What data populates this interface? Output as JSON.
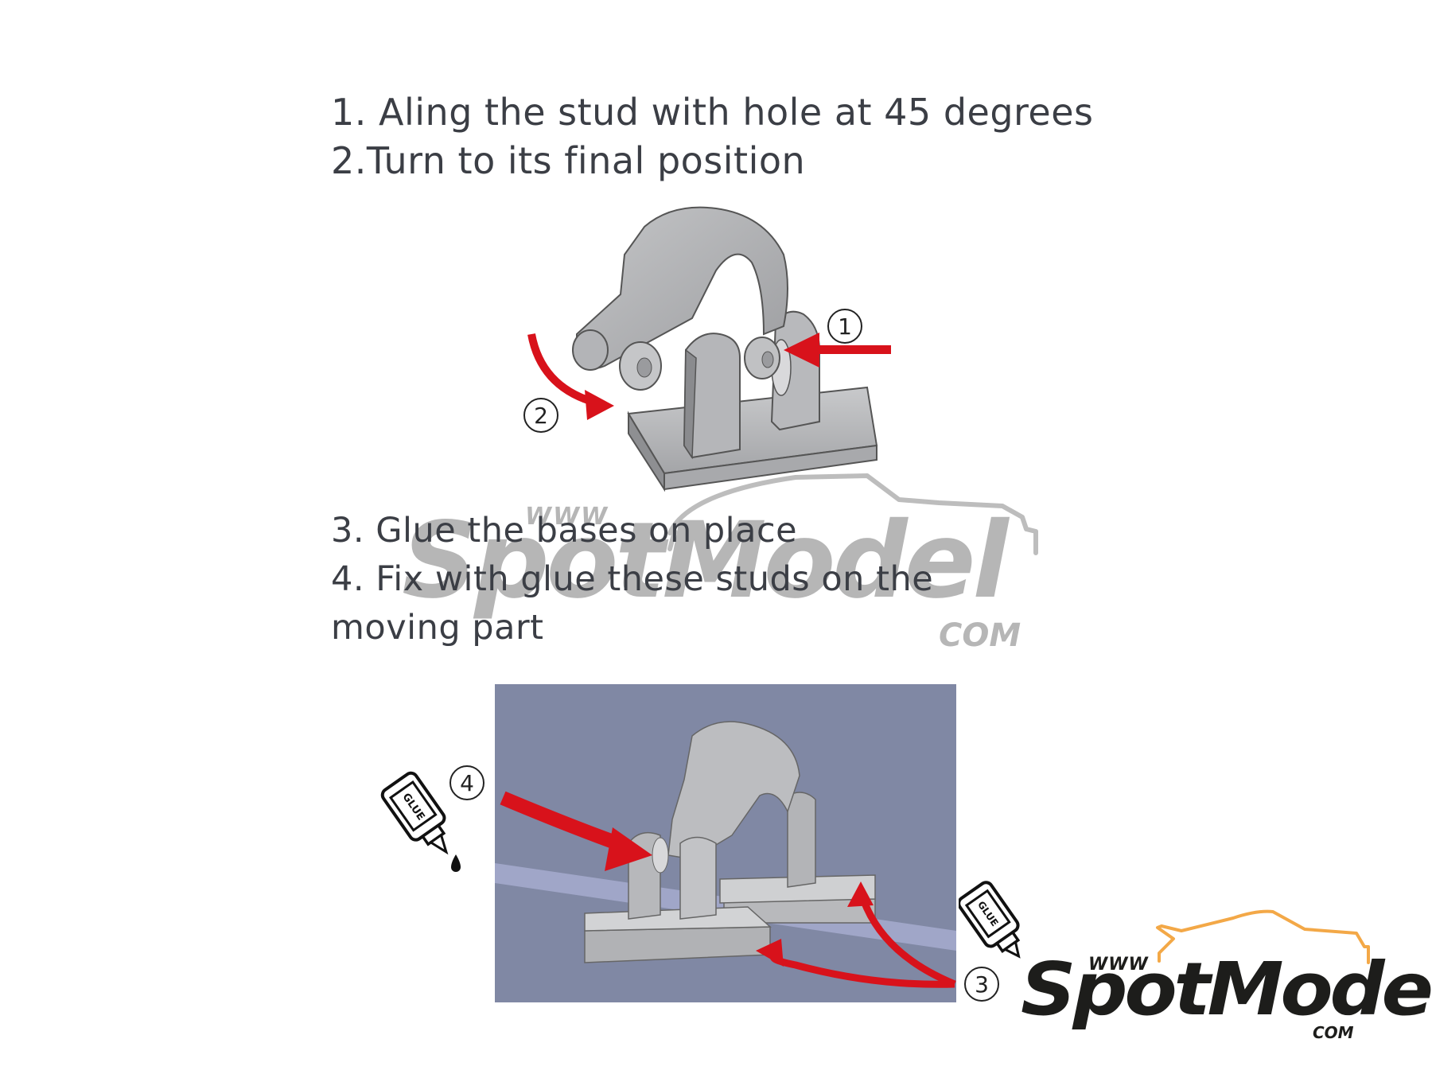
{
  "instructions": {
    "step1": "1. Aling the stud with hole at 45 degrees",
    "step2": "2.Turn to its final position",
    "step3": "3. Glue the bases on place",
    "step4_line1": "4. Fix with glue these studs on the",
    "step4_line2": "moving part"
  },
  "callouts": {
    "one": "1",
    "two": "2",
    "three": "3",
    "four": "4"
  },
  "glue_bottles": {
    "label": "GLUE"
  },
  "watermark": {
    "www": "WWW",
    "brand": "SpotModel",
    "tld": "COM"
  },
  "logo": {
    "www": "WWW",
    "brand": "SpotModel",
    "tld": "COM"
  },
  "colors": {
    "text": "#3b3e45",
    "arrow_red": "#d8121b",
    "part_gray": "#b9babc",
    "panel_bg": "#8088a4",
    "panel_band": "#a0a6c8",
    "watermark_gray": "#b6b6b6",
    "logo_orange": "#f3a847",
    "logo_black": "#1d1d1b"
  }
}
